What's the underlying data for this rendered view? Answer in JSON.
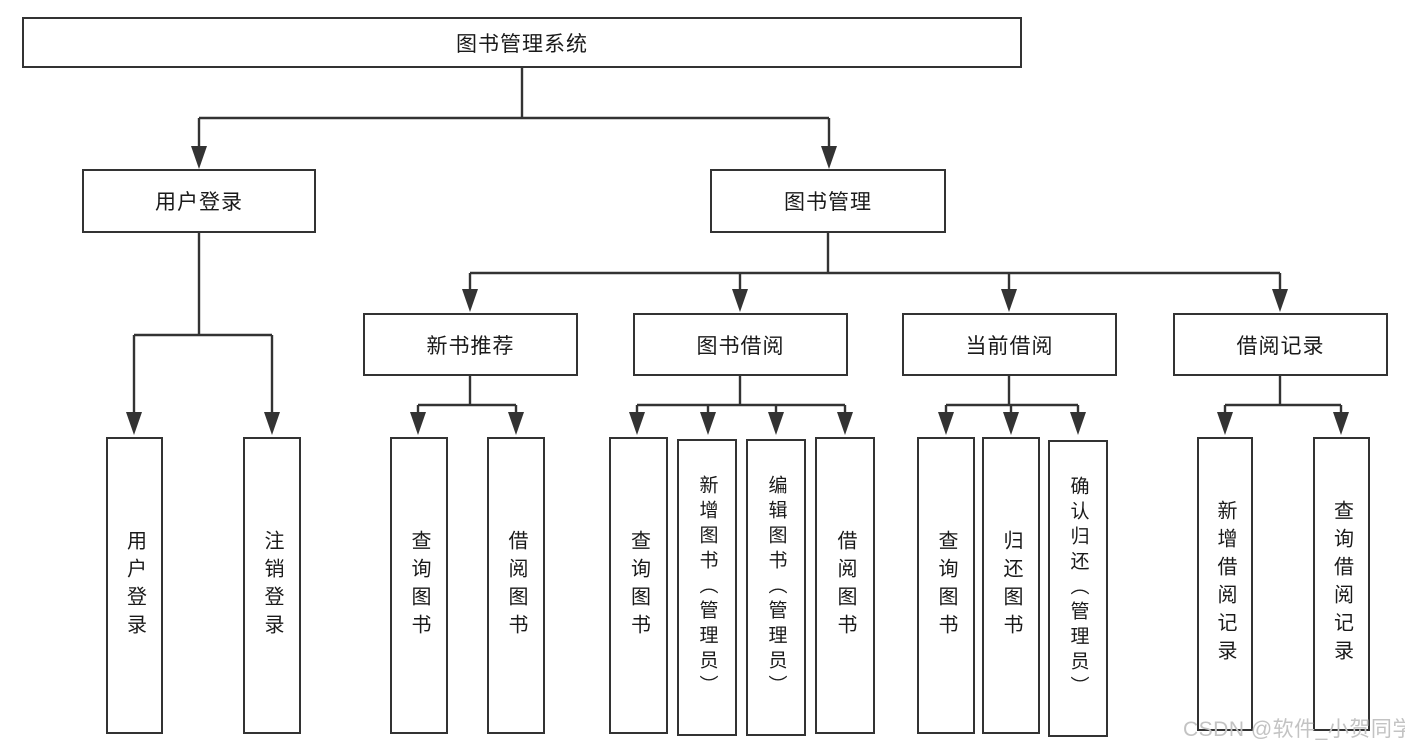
{
  "tree": {
    "root": {
      "label": "图书管理系统"
    },
    "branches": [
      {
        "label": "用户登录",
        "children": [
          {
            "label": "用户登录"
          },
          {
            "label": "注销登录"
          }
        ]
      },
      {
        "label": "图书管理",
        "groups": [
          {
            "label": "新书推荐",
            "children": [
              {
                "label": "查询图书"
              },
              {
                "label": "借阅图书"
              }
            ]
          },
          {
            "label": "图书借阅",
            "children": [
              {
                "label": "查询图书"
              },
              {
                "label": "新增图书（管理员）"
              },
              {
                "label": "编辑图书（管理员）"
              },
              {
                "label": "借阅图书"
              }
            ]
          },
          {
            "label": "当前借阅",
            "children": [
              {
                "label": "查询图书"
              },
              {
                "label": "归还图书"
              },
              {
                "label": "确认归还（管理员）"
              }
            ]
          },
          {
            "label": "借阅记录",
            "children": [
              {
                "label": "新增借阅记录"
              },
              {
                "label": "查询借阅记录"
              }
            ]
          }
        ]
      }
    ]
  },
  "watermark": {
    "text": "CSDN @软件_小贺同学"
  },
  "colors": {
    "line": "#333333",
    "box_border": "#333333",
    "text": "#1a1a1a",
    "background": "#ffffff",
    "watermark": "#c3c3c3"
  }
}
